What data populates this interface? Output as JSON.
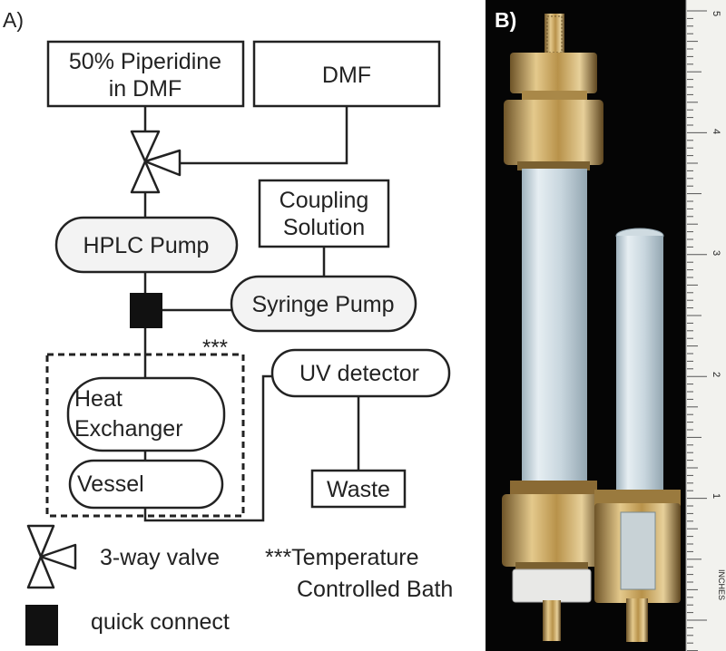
{
  "panel_a": {
    "label": "A)",
    "boxes": {
      "piperidine_line1": "50% Piperidine",
      "piperidine_line2": "in DMF",
      "dmf": "DMF",
      "coupling_line1": "Coupling",
      "coupling_line2": "Solution",
      "hplc_pump": "HPLC Pump",
      "syringe_pump": "Syringe Pump",
      "heat_exchanger_line1": "Heat",
      "heat_exchanger_line2": "Exchanger",
      "vessel": "Vessel",
      "uv_detector": "UV detector",
      "waste": "Waste"
    },
    "bath_marker": "***",
    "legend": {
      "valve": "3-way valve",
      "quick_connect": "quick connect",
      "bath_line1": "***Temperature",
      "bath_line2": "Controlled Bath"
    }
  },
  "panel_b": {
    "label": "B)",
    "ruler": {
      "numbers": [
        "1",
        "2",
        "3",
        "4",
        "5"
      ],
      "unit_label": "INCHES"
    }
  },
  "colors": {
    "line": "#222222",
    "photo_background": "#000000",
    "brass": "#c9a45e",
    "tube": "#d4e0e6"
  }
}
